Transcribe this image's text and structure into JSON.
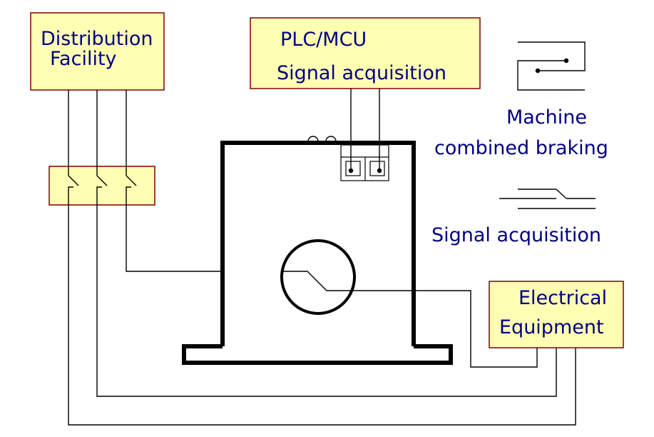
{
  "colors": {
    "box_fill": "#ffffb3",
    "box_border": "#7f0000",
    "text": "#000080",
    "wire": "#000000"
  },
  "nodes": {
    "distribution_facility": {
      "line1": "Distribution",
      "line2": "Facility"
    },
    "plc_mcu": {
      "line1": "PLC/MCU",
      "line2": "Signal acquisition"
    },
    "electrical_equipment": {
      "line1": "Electrical",
      "line2": "Equipment"
    }
  },
  "legend": {
    "machine_braking": {
      "line1": "Machine",
      "line2": "combined braking"
    },
    "signal_acquisition": {
      "label": "Signal acquisition"
    }
  }
}
